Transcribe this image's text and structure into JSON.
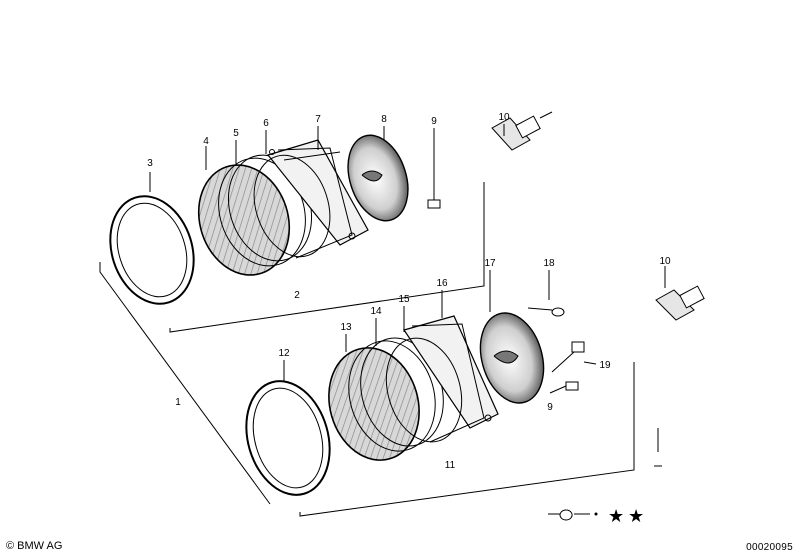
{
  "callouts": {
    "n1": "1",
    "n2": "2",
    "n3": "3",
    "n4": "4",
    "n5": "5",
    "n6": "6",
    "n7": "7",
    "n8": "8",
    "n9a": "9",
    "n9b": "9",
    "n10a": "10",
    "n10b": "10",
    "n11": "11",
    "n12": "12",
    "n13": "13",
    "n14": "14",
    "n15": "15",
    "n16": "16",
    "n17": "17",
    "n18": "18",
    "n19": "19"
  },
  "footer": {
    "copyright": "© BMW AG",
    "catalog_number": "00020095"
  },
  "colors": {
    "ink": "#000000",
    "paper": "#ffffff",
    "lens": "#bdbdbd"
  }
}
